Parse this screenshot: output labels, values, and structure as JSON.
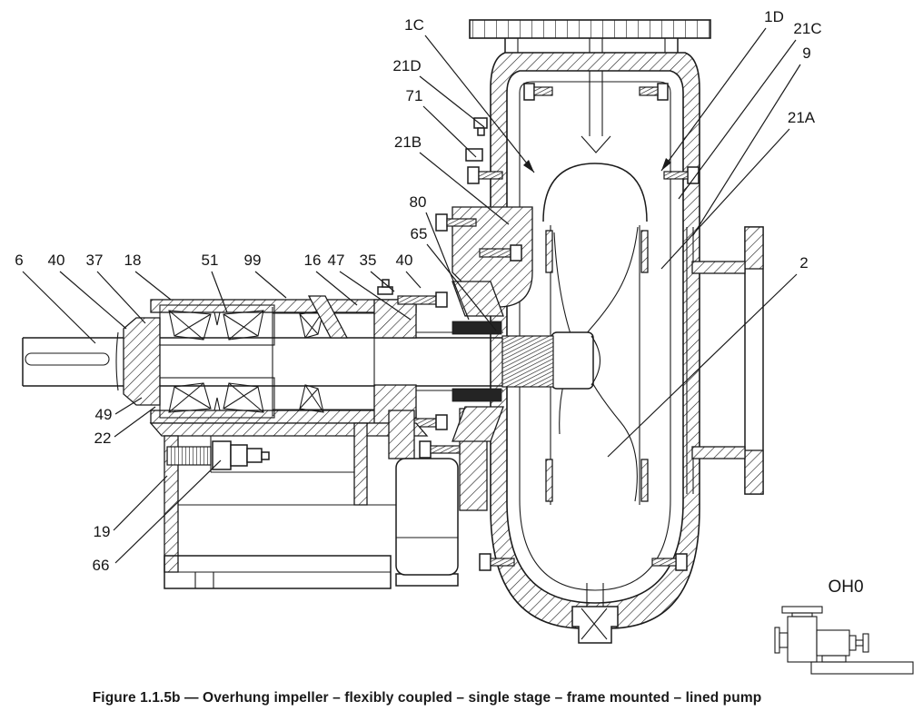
{
  "figure": {
    "caption": "Figure 1.1.5b — Overhung impeller – flexibly coupled – single stage – frame mounted – lined pump",
    "type_code": "OH0"
  },
  "part_labels": {
    "upper_left": [
      "1C",
      "21D",
      "71",
      "21B",
      "80",
      "65"
    ],
    "upper_right": [
      "1D",
      "21C",
      "9",
      "21A"
    ],
    "impeller": "2",
    "frame_row": [
      "6",
      "40",
      "37",
      "18",
      "51",
      "99",
      "16",
      "47",
      "35",
      "40"
    ],
    "lower_left": [
      "49",
      "22",
      "19",
      "66"
    ]
  },
  "colors": {
    "line": "#1b1b1b",
    "background": "#ffffff"
  }
}
